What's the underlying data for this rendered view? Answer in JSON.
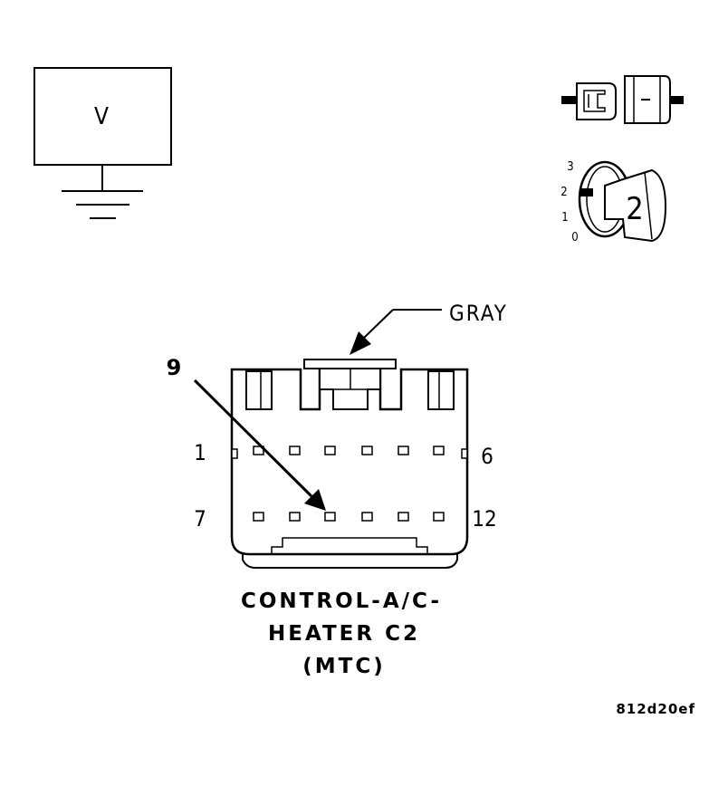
{
  "meter": {
    "label": "V"
  },
  "ignition": {
    "positions": [
      "3",
      "2",
      "1",
      "0"
    ],
    "key_position": "2"
  },
  "connector": {
    "color_label": "GRAY",
    "callout_pin": "9",
    "top_row_start": "1",
    "top_row_end": "6",
    "bottom_row_start": "7",
    "bottom_row_end": "12"
  },
  "caption": {
    "line1": "CONTROL-A/C-",
    "line2": "HEATER C2",
    "line3": "(MTC)"
  },
  "figure_id": "812d20ef",
  "colors": {
    "ink": "#000000",
    "paper": "#ffffff"
  }
}
